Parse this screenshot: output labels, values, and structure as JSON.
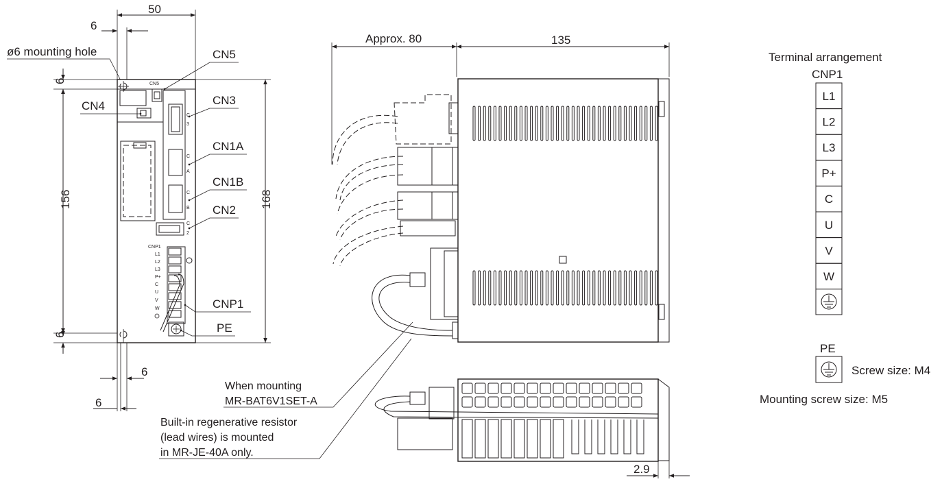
{
  "front_view": {
    "width_dim": "50",
    "hole_offset_dim": "6",
    "hole_label": "ø6 mounting hole",
    "top_margin_dim": "6",
    "hole_pitch_dim": "156",
    "overall_height_dim": "168",
    "bottom_margin_dim": "6",
    "hole_x_dim": "6",
    "left_x_dim": "6",
    "connectors": {
      "cn5": "CN5",
      "cn4": "CN4",
      "cn3": "CN3",
      "cn1a": "CN1A",
      "cn1b": "CN1B",
      "cn2": "CN2",
      "cnp1": "CNP1",
      "pe": "PE"
    },
    "panel_small_labels": {
      "cn5": "CN5",
      "cnp1": "CNP1",
      "l1": "L1",
      "l2": "L2",
      "l3": "L3",
      "p": "P+",
      "c": "C",
      "u": "U",
      "v": "V",
      "w": "W"
    }
  },
  "side_view": {
    "approx_dim": "Approx. 80",
    "depth_dim": "135",
    "fin_offset_dim": "2.9",
    "note_battery_line1": "When mounting",
    "note_battery_line2": "MR-BAT6V1SET-A",
    "note_resistor_line1": "Built-in regenerative resistor",
    "note_resistor_line2": "(lead wires) is mounted",
    "note_resistor_line3": "in MR-JE-40A only."
  },
  "terminal_arrangement": {
    "title": "Terminal arrangement",
    "connector": "CNP1",
    "terminals": [
      "L1",
      "L2",
      "L3",
      "P+",
      "C",
      "U",
      "V",
      "W"
    ],
    "ground_icon": "protective-earth-icon"
  },
  "pe_block": {
    "label": "PE",
    "screw_size": "Screw size: M4",
    "mounting_screw_size": "Mounting screw size: M5"
  }
}
